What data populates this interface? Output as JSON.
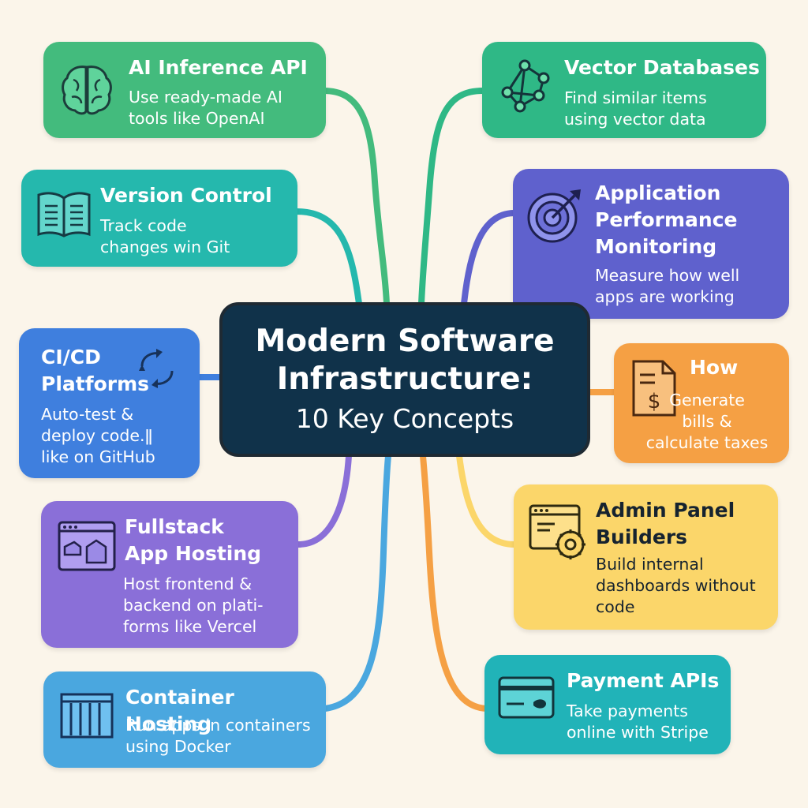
{
  "center": {
    "title": "Modern Software\nInfrastructure:",
    "subtitle": "10 Key Concepts"
  },
  "cards": {
    "ai_inference": {
      "title": "AI Inference API",
      "desc": "Use ready-made AI\ntools like OpenAI",
      "color": "#43bb7d",
      "icon": "brain-icon"
    },
    "version_control": {
      "title": "Version Control",
      "desc": "Track code\nchanges win Git",
      "color": "#25b8ad",
      "icon": "book-icon"
    },
    "cicd": {
      "title": "CI/CD\nPlatforms",
      "desc": "Auto-test &\ndeploy code.ǁ\nlike on GitHub",
      "color": "#3f7fde",
      "icon": "sync-arrows-icon"
    },
    "fullstack": {
      "title": "Fullstack\nApp Hosting",
      "desc": "Host frontend &\nbackend on plati-\nforms like Vercel",
      "color": "#8a6fd8",
      "icon": "browser-window-icon"
    },
    "container": {
      "title": "Container Hosting",
      "desc": "Run apps in containers\nusing Docker",
      "color": "#4aa7df",
      "icon": "container-icon"
    },
    "vector_db": {
      "title": "Vector Databases",
      "desc": "Find similar items\nusing vector data",
      "color": "#2fb886",
      "icon": "network-graph-icon"
    },
    "apm": {
      "title": "Application\nPerformance\nMonitoring",
      "desc": "Measure how well\napps are working",
      "color": "#5f61cd",
      "icon": "target-icon"
    },
    "billing": {
      "title": "How",
      "desc": "Generate\nbills &\ncalculate taxes",
      "color": "#f5a044",
      "icon": "invoice-dollar-icon"
    },
    "admin": {
      "title": "Admin Panel\nBuilders",
      "desc": "Build internal\ndashboards without\ncode",
      "color": "#fbd66a",
      "icon": "window-gear-icon"
    },
    "payment": {
      "title": "Payment APIs",
      "desc": "Take payments\nonline with Stripe",
      "color": "#21b3b8",
      "icon": "credit-card-icon"
    }
  }
}
